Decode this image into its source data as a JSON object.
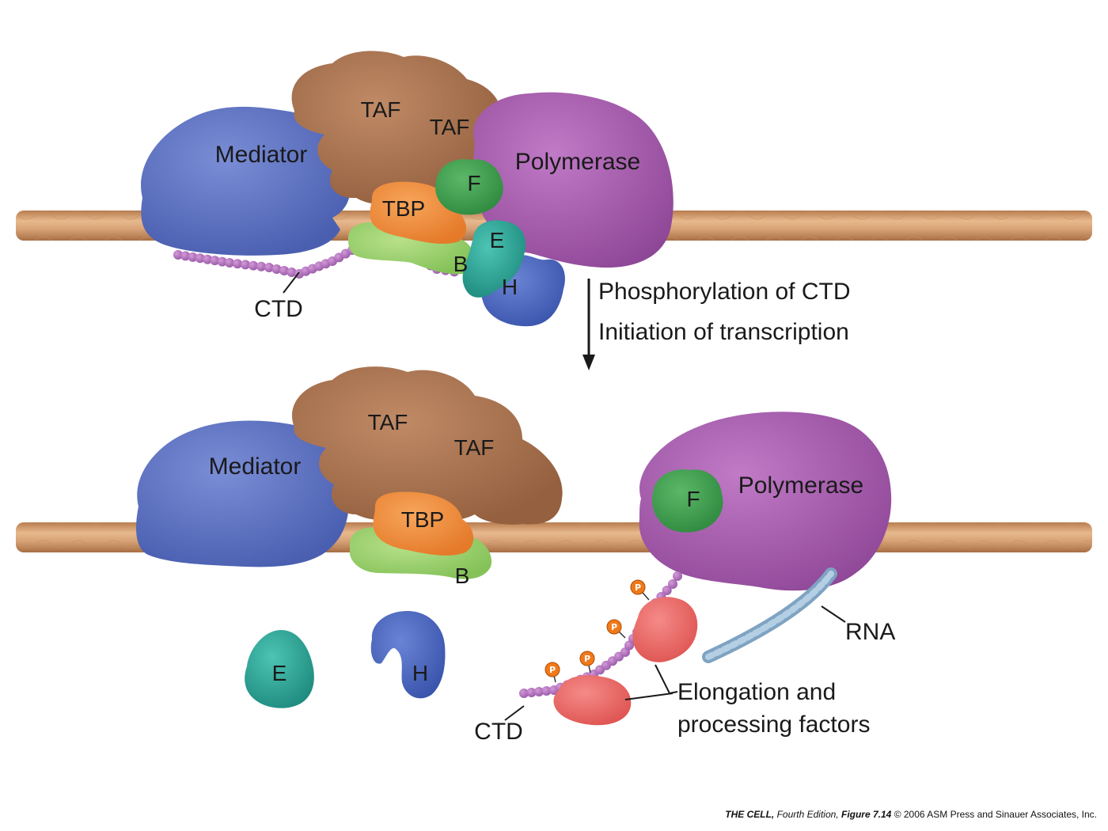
{
  "top_complex": {
    "mediator": "Mediator",
    "taf_1": "TAF",
    "taf_2": "TAF",
    "polymerase": "Polymerase",
    "tbp": "TBP",
    "f": "F",
    "e": "E",
    "b": "B",
    "h": "H",
    "ctd": "CTD"
  },
  "step": {
    "line_1": "Phosphorylation of CTD",
    "line_2": "Initiation of transcription"
  },
  "bottom_complex": {
    "mediator": "Mediator",
    "taf_1": "TAF",
    "taf_2": "TAF",
    "polymerase": "Polymerase",
    "tbp": "TBP",
    "f": "F",
    "b": "B",
    "e": "E",
    "h": "H",
    "ctd": "CTD",
    "rna": "RNA",
    "factors_line_1": "Elongation and",
    "factors_line_2": "processing factors",
    "phospho": "P"
  },
  "caption": {
    "book": "THE CELL,",
    "edition": "Fourth Edition,",
    "figure": "Figure 7.14",
    "copyright": "© 2006 ASM Press and Sinauer Associates, Inc."
  },
  "colors": {
    "dna": "#d19a6a",
    "mediator": "#5a6fbf",
    "taf": "#a8714d",
    "polymerase": "#a45aac",
    "tbp": "#f08a3a",
    "tfiib": "#9ed26a",
    "tfiif": "#3e9a4e",
    "tfiie": "#2fa89a",
    "tfiih": "#4a67c0",
    "ctd": "#b57ac4",
    "elongation": "#ec6a68",
    "phosphate": "#f07a1a",
    "rna": "#8fb0cc"
  }
}
